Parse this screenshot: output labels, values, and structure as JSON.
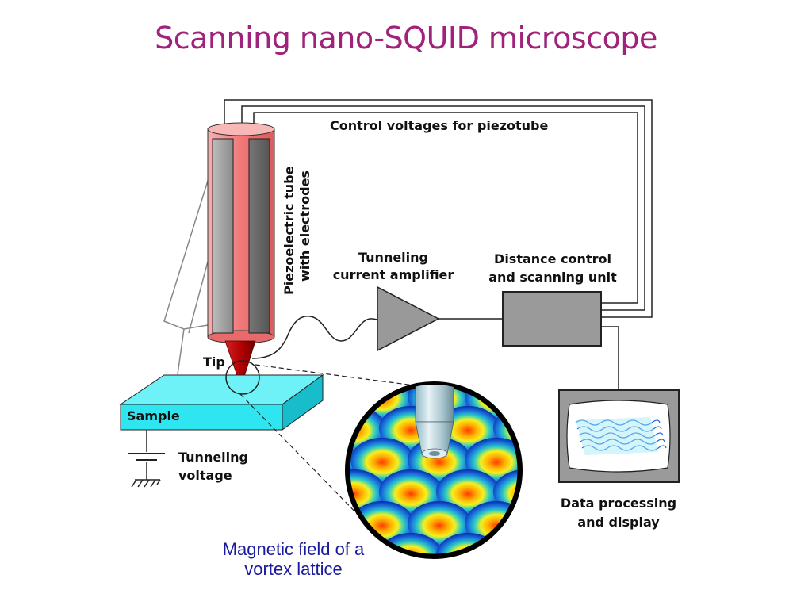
{
  "title": "Scanning nano-SQUID microscope",
  "labels": {
    "control_voltages": "Control voltages for piezotube",
    "piezo_line1": "Piezoelectric tube",
    "piezo_line2": "with electrodes",
    "amplifier_line1": "Tunneling",
    "amplifier_line2": "current amplifier",
    "distance_line1": "Distance control",
    "distance_line2": "and scanning unit",
    "tip": "Tip",
    "sample": "Sample",
    "voltage_line1": "Tunneling",
    "voltage_line2": "voltage",
    "display_line1": "Data processing",
    "display_line2": "and display"
  },
  "caption": {
    "line1": "Magnetic field of a",
    "line2": "vortex lattice"
  },
  "colors": {
    "title": "#a0227b",
    "caption": "#1a1a9c",
    "piezo_tube": "#f28a8a",
    "electrode": "#8a8a8a",
    "sample": "#2ee6f0",
    "unit_box": "#9a9a9a",
    "screen_wave": "#1f6fe0"
  }
}
